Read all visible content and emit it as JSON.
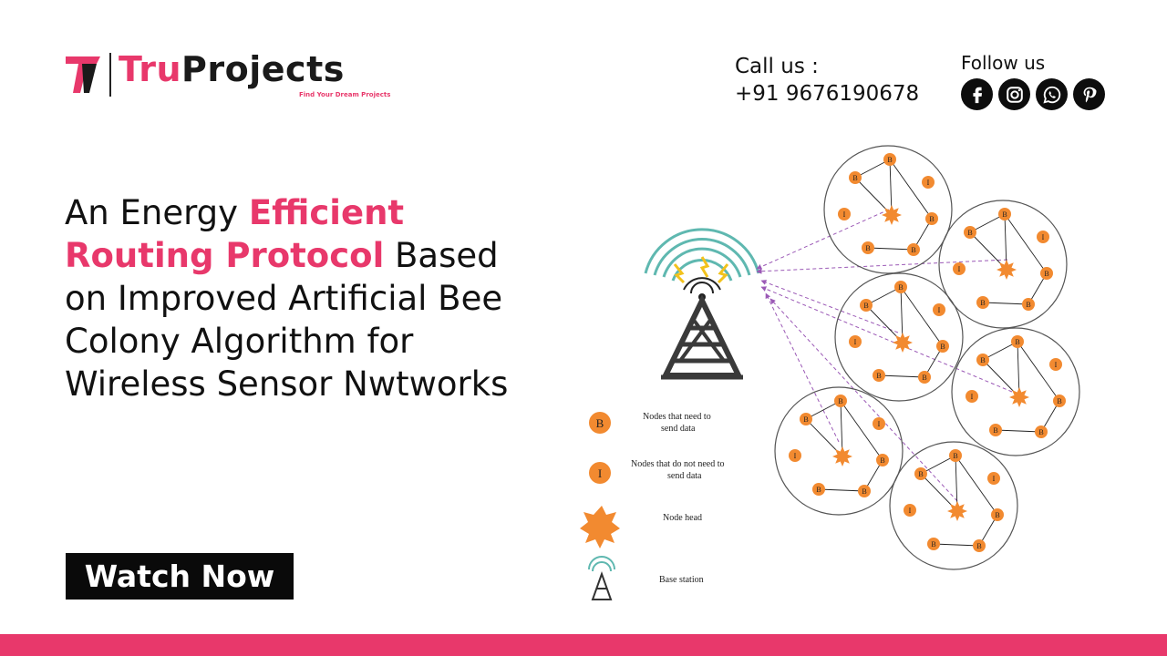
{
  "brand": {
    "name_part1": "Tru",
    "name_part2": "Projects",
    "tagline": "Find Your Dream Projects",
    "accent_color": "#e8386b"
  },
  "contact": {
    "label": "Call us :",
    "phone": "+91 9676190678"
  },
  "follow": {
    "label": "Follow us",
    "icons": [
      "facebook-icon",
      "instagram-icon",
      "whatsapp-icon",
      "pinterest-icon"
    ]
  },
  "headline": {
    "part1": "An Energy ",
    "highlight1": "Efficient",
    "highlight2": "Routing Protocol",
    "part2": " Based on Improved Artificial Bee Colony Algorithm for Wireless Sensor Nwtworks"
  },
  "cta": {
    "label": "Watch Now"
  },
  "diagram": {
    "legend": [
      {
        "symbol": "B",
        "text_line1": "Nodes that need to",
        "text_line2": "send data"
      },
      {
        "symbol": "I",
        "text_line1": "Nodes that do not need to",
        "text_line2": "send data"
      },
      {
        "symbol": "star",
        "text_line1": "Node head",
        "text_line2": ""
      },
      {
        "symbol": "tower",
        "text_line1": "Base station",
        "text_line2": ""
      }
    ],
    "node_color": "#f28a30",
    "link_color": "#9b59b6"
  }
}
